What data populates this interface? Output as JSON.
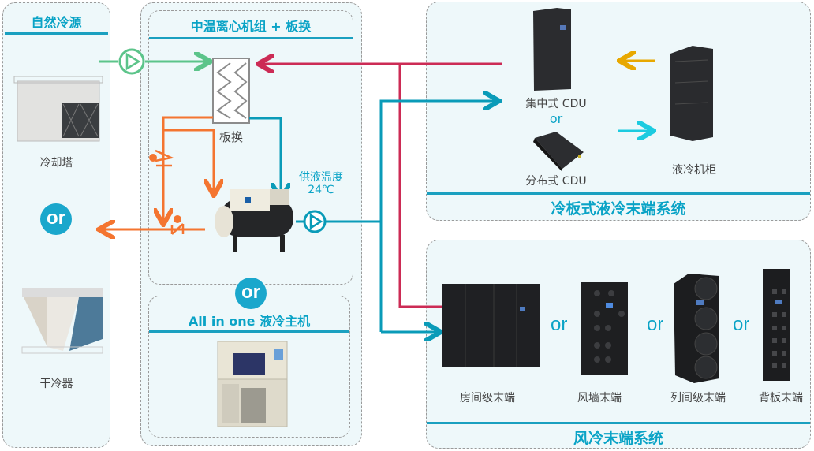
{
  "natural_source": {
    "title": "自然冷源",
    "items": [
      {
        "label": "冷却塔",
        "icon": "cooling-tower"
      },
      {
        "label": "干冷器",
        "icon": "dry-cooler"
      }
    ],
    "or_label": "or"
  },
  "chiller_group": {
    "option_a_title": "中温离心机组 + 板换",
    "plate_hx_label": "板换",
    "supply_temp_label": "供液温度",
    "supply_temp_value": "24℃",
    "or_label": "or",
    "option_b_title": "All in one 液冷主机"
  },
  "cold_plate_system": {
    "title": "冷板式液冷末端系统",
    "central_cdu_label": "集中式 CDU",
    "or_label": "or",
    "distributed_cdu_label": "分布式 CDU",
    "rack_label": "液冷机柜"
  },
  "air_system": {
    "title": "风冷末端系统",
    "terminals": [
      {
        "label": "房间级末端"
      },
      {
        "label": "风墙末端"
      },
      {
        "label": "列间级末端"
      },
      {
        "label": "背板末端"
      }
    ],
    "or_label": "or"
  },
  "colors": {
    "accent": "#0aa3c6",
    "cooling_water": "#5cc48a",
    "return_hot": "#cc2b55",
    "supply_cold": "#0a9bb8",
    "refrigerant": "#f47530",
    "rack_return": "#e8a800",
    "rack_supply": "#1ccbe0"
  }
}
